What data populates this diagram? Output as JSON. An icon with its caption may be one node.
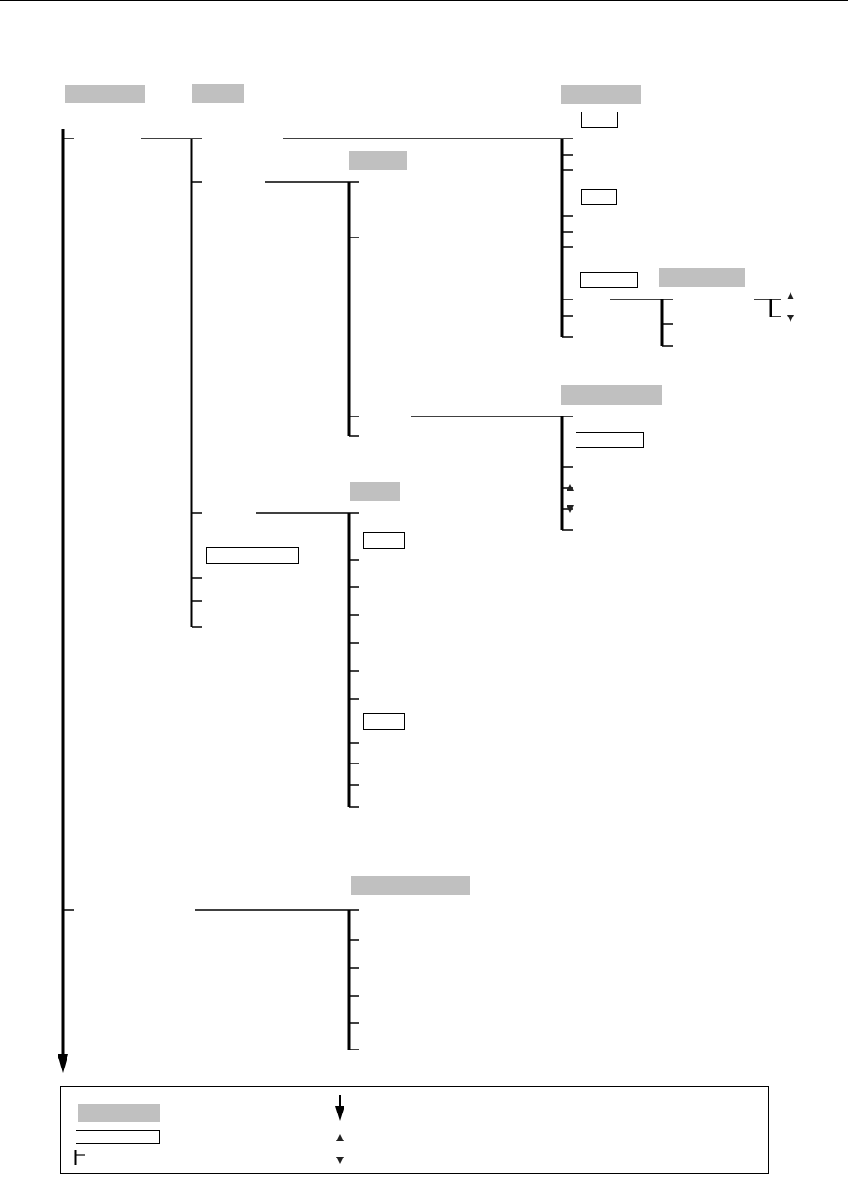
{
  "diagram": {
    "nodes": [
      {
        "text": [],
        "shape": "bar"
      },
      {
        "text": [],
        "shape": "bar"
      },
      {
        "text": [],
        "shape": "bar"
      },
      {
        "text": [],
        "shape": "box"
      },
      {
        "text": [],
        "shape": "bar"
      },
      {
        "text": [],
        "shape": "box"
      },
      {
        "text": [],
        "shape": "box"
      },
      {
        "text": [],
        "shape": "bar"
      },
      {
        "text": [],
        "shape": "bar"
      },
      {
        "text": [],
        "shape": "box"
      },
      {
        "text": [],
        "shape": "bar"
      },
      {
        "text": [],
        "shape": "box"
      },
      {
        "text": [],
        "shape": "box"
      },
      {
        "text": [],
        "shape": "box"
      },
      {
        "text": [],
        "shape": "bar"
      },
      {
        "text": [],
        "shape": "box"
      },
      {
        "text": [],
        "shape": "bar",
        "in": 15
      },
      {
        "text": [],
        "shape": "box",
        "in": 15
      }
    ]
  }
}
